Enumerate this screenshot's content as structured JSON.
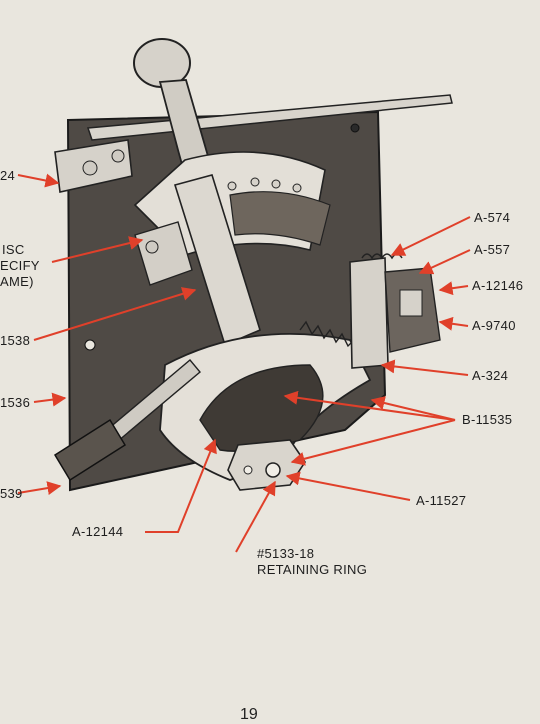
{
  "diagram": {
    "part_labels": {
      "a574": "A-574",
      "a557": "A-557",
      "a12146": "A-12146",
      "a9740": "A-9740",
      "a324": "A-324",
      "b11535": "B-11535",
      "a11527": "A-11527",
      "a12144": "A-12144",
      "retaining_ring_number": "#5133-18",
      "retaining_ring_text": "RETAINING RING",
      "left_24": "24",
      "left_isc": "ISC",
      "left_ecify": "ECIFY",
      "left_ame": "AME)",
      "left_1538": "1538",
      "left_1536": "1536",
      "left_539": "539"
    },
    "page_number": "19",
    "colors": {
      "paper": "#e9e6de",
      "leader": "#e0402a",
      "plate": "#4f4a45",
      "ink": "#1e1e1e"
    }
  }
}
